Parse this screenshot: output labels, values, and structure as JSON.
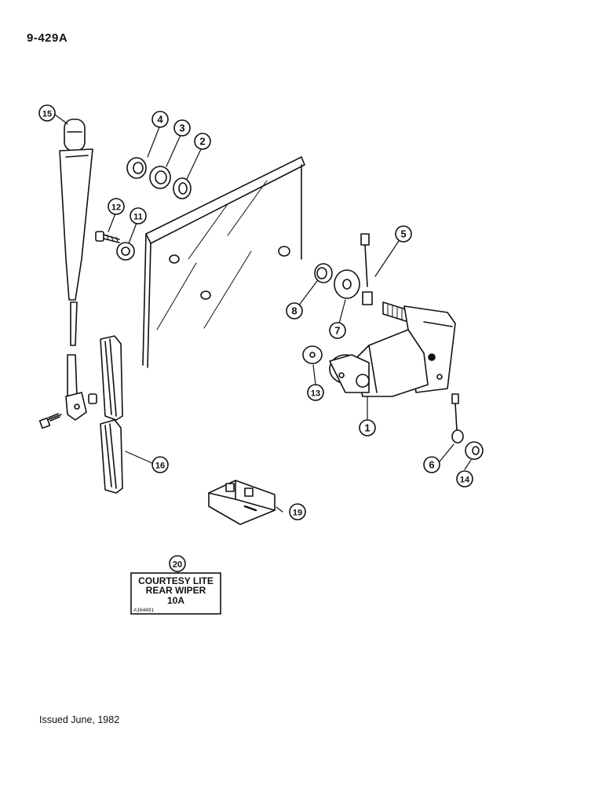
{
  "page": {
    "number": "9-429A",
    "issued": "Issued June, 1982"
  },
  "callouts": {
    "c1": "1",
    "c2": "2",
    "c3": "3",
    "c4": "4",
    "c5": "5",
    "c6": "6",
    "c7": "7",
    "c8": "8",
    "c11": "11",
    "c12": "12",
    "c13": "13",
    "c14": "14",
    "c15": "15",
    "c16": "16",
    "c19": "19",
    "c20": "20"
  },
  "decal": {
    "line1": "COURTESY LITE",
    "line2": "REAR WIPER",
    "line3": "10A",
    "part_number": "A164491"
  }
}
